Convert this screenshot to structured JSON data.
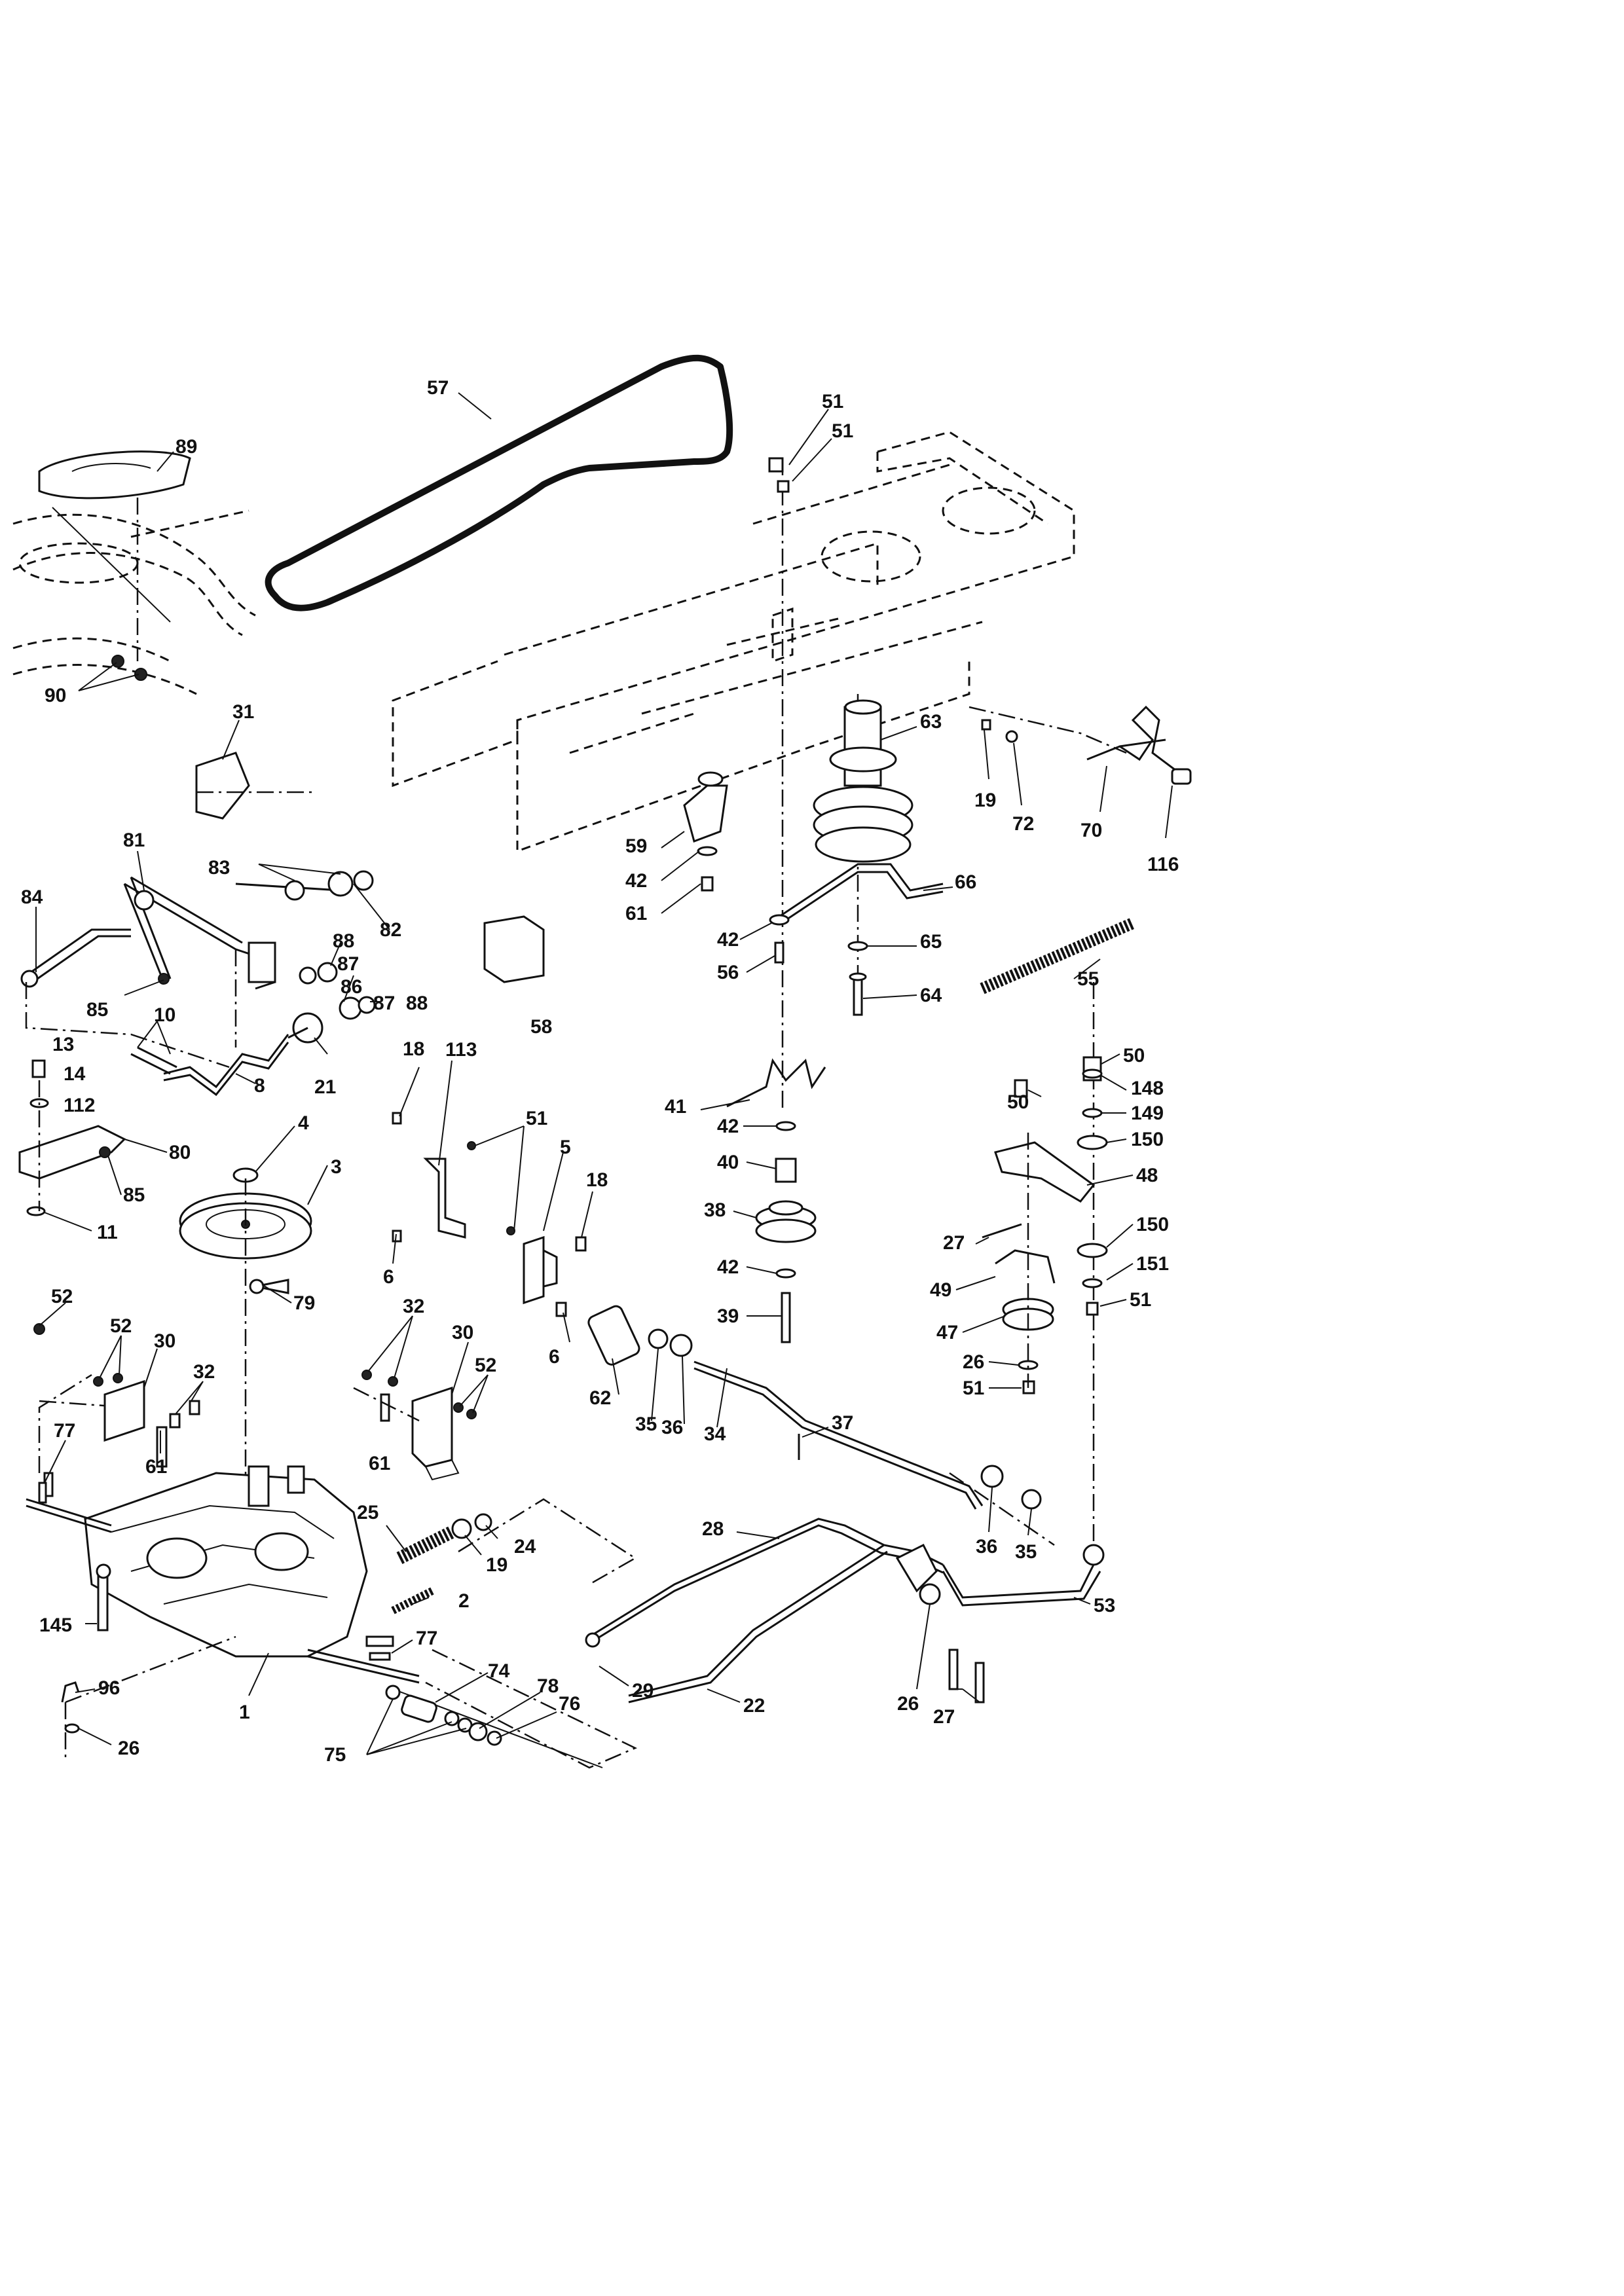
{
  "callouts": [
    {
      "id": "c57",
      "text": "57"
    },
    {
      "id": "c89",
      "text": "89"
    },
    {
      "id": "c51a",
      "text": "51"
    },
    {
      "id": "c51b",
      "text": "51"
    },
    {
      "id": "c90",
      "text": "90"
    },
    {
      "id": "c31",
      "text": "31"
    },
    {
      "id": "c63",
      "text": "63"
    },
    {
      "id": "c19a",
      "text": "19"
    },
    {
      "id": "c72",
      "text": "72"
    },
    {
      "id": "c70",
      "text": "70"
    },
    {
      "id": "c116",
      "text": "116"
    },
    {
      "id": "c59",
      "text": "59"
    },
    {
      "id": "c42a",
      "text": "42"
    },
    {
      "id": "c61a",
      "text": "61"
    },
    {
      "id": "c66",
      "text": "66"
    },
    {
      "id": "c42b",
      "text": "42"
    },
    {
      "id": "c56",
      "text": "56"
    },
    {
      "id": "c65",
      "text": "65"
    },
    {
      "id": "c64",
      "text": "64"
    },
    {
      "id": "c55",
      "text": "55"
    },
    {
      "id": "c81",
      "text": "81"
    },
    {
      "id": "c83",
      "text": "83"
    },
    {
      "id": "c82",
      "text": "82"
    },
    {
      "id": "c84",
      "text": "84"
    },
    {
      "id": "c88a",
      "text": "88"
    },
    {
      "id": "c87a",
      "text": "87"
    },
    {
      "id": "c86",
      "text": "86"
    },
    {
      "id": "c87b",
      "text": "87"
    },
    {
      "id": "c88b",
      "text": "88"
    },
    {
      "id": "c58",
      "text": "58"
    },
    {
      "id": "c85a",
      "text": "85"
    },
    {
      "id": "c10",
      "text": "10"
    },
    {
      "id": "c13",
      "text": "13"
    },
    {
      "id": "c14",
      "text": "14"
    },
    {
      "id": "c112",
      "text": "112"
    },
    {
      "id": "c18a",
      "text": "18"
    },
    {
      "id": "c113",
      "text": "113"
    },
    {
      "id": "c21",
      "text": "21"
    },
    {
      "id": "c8",
      "text": "8"
    },
    {
      "id": "c80",
      "text": "80"
    },
    {
      "id": "c85b",
      "text": "85"
    },
    {
      "id": "c11",
      "text": "11"
    },
    {
      "id": "c4",
      "text": "4"
    },
    {
      "id": "c3",
      "text": "3"
    },
    {
      "id": "c51c",
      "text": "51"
    },
    {
      "id": "c5",
      "text": "5"
    },
    {
      "id": "c18b",
      "text": "18"
    },
    {
      "id": "c6a",
      "text": "6"
    },
    {
      "id": "c6b",
      "text": "6"
    },
    {
      "id": "c41",
      "text": "41"
    },
    {
      "id": "c42c",
      "text": "42"
    },
    {
      "id": "c40",
      "text": "40"
    },
    {
      "id": "c38",
      "text": "38"
    },
    {
      "id": "c42d",
      "text": "42"
    },
    {
      "id": "c39",
      "text": "39"
    },
    {
      "id": "c50a",
      "text": "50"
    },
    {
      "id": "c50b",
      "text": "50"
    },
    {
      "id": "c148",
      "text": "148"
    },
    {
      "id": "c149",
      "text": "149"
    },
    {
      "id": "c150a",
      "text": "150"
    },
    {
      "id": "c48",
      "text": "48"
    },
    {
      "id": "c150b",
      "text": "150"
    },
    {
      "id": "c27a",
      "text": "27"
    },
    {
      "id": "c151",
      "text": "151"
    },
    {
      "id": "c49",
      "text": "49"
    },
    {
      "id": "c51d",
      "text": "51"
    },
    {
      "id": "c47",
      "text": "47"
    },
    {
      "id": "c26a",
      "text": "26"
    },
    {
      "id": "c51e",
      "text": "51"
    },
    {
      "id": "c52a",
      "text": "52"
    },
    {
      "id": "c52b",
      "text": "52"
    },
    {
      "id": "c30a",
      "text": "30"
    },
    {
      "id": "c32a",
      "text": "32"
    },
    {
      "id": "c79",
      "text": "79"
    },
    {
      "id": "c32b",
      "text": "32"
    },
    {
      "id": "c30b",
      "text": "30"
    },
    {
      "id": "c52c",
      "text": "52"
    },
    {
      "id": "c62",
      "text": "62"
    },
    {
      "id": "c35a",
      "text": "35"
    },
    {
      "id": "c36a",
      "text": "36"
    },
    {
      "id": "c34",
      "text": "34"
    },
    {
      "id": "c37",
      "text": "37"
    },
    {
      "id": "c77a",
      "text": "77"
    },
    {
      "id": "c61b",
      "text": "61"
    },
    {
      "id": "c61c",
      "text": "61"
    },
    {
      "id": "c25",
      "text": "25"
    },
    {
      "id": "c19b",
      "text": "19"
    },
    {
      "id": "c24",
      "text": "24"
    },
    {
      "id": "c28",
      "text": "28"
    },
    {
      "id": "c36b",
      "text": "36"
    },
    {
      "id": "c35b",
      "text": "35"
    },
    {
      "id": "c53",
      "text": "53"
    },
    {
      "id": "c2",
      "text": "2"
    },
    {
      "id": "c145",
      "text": "145"
    },
    {
      "id": "c77b",
      "text": "77"
    },
    {
      "id": "c74",
      "text": "74"
    },
    {
      "id": "c29",
      "text": "29"
    },
    {
      "id": "c22",
      "text": "22"
    },
    {
      "id": "c26b",
      "text": "26"
    },
    {
      "id": "c27b",
      "text": "27"
    },
    {
      "id": "c96",
      "text": "96"
    },
    {
      "id": "c1",
      "text": "1"
    },
    {
      "id": "c78",
      "text": "78"
    },
    {
      "id": "c76",
      "text": "76"
    },
    {
      "id": "c26c",
      "text": "26"
    },
    {
      "id": "c75",
      "text": "75"
    }
  ]
}
